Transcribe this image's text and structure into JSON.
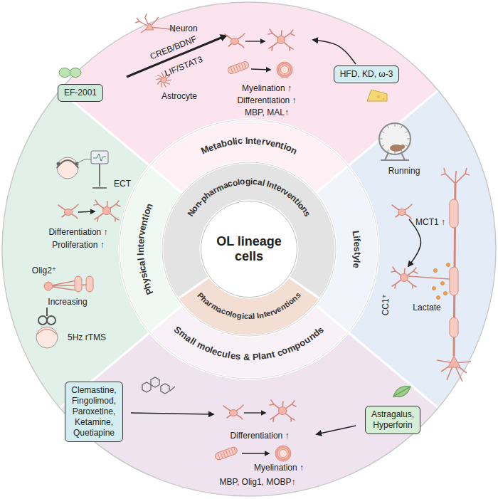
{
  "diagram": {
    "nodes": [
      {
        "text": [
          "OL lineage cells"
        ]
      },
      {
        "text": [
          "Non-pharmacological Interventions"
        ]
      },
      {
        "text": [
          "Pharmacological Interventions"
        ]
      },
      {
        "text": [
          "Metabolic Intervention"
        ]
      },
      {
        "text": [
          "Lifestyle"
        ]
      },
      {
        "text": [
          "Small molecules & Plant compounds"
        ]
      },
      {
        "text": [
          "Physical Intervention"
        ]
      },
      {
        "text": [
          "EF-2001"
        ]
      },
      {
        "text": [
          "HFD, KD, ω-3"
        ]
      },
      {
        "text": [
          "Clemastine, Fingolimod, Paroxetine, Ketamine, Quetiapine"
        ]
      },
      {
        "text": [
          "Astragalus, Hyperforin"
        ]
      }
    ],
    "labels": [
      "Neuron",
      "CREB/BDNF",
      "LIF/STAT3",
      "Astrocyte",
      "Myelination ↑",
      "Differentiation ↑",
      "MBP, MAL↑",
      "Running",
      "MCT1 ↑",
      "CC1⁺",
      "Lactate",
      "Differentiation ↑",
      "Myelination ↑",
      "MBP, Olig1, MOBP↑",
      "ECT",
      "Differentiation ↑",
      "Proliferation ↑",
      "Olig2⁺",
      "Increasing",
      "5Hz rTMS"
    ]
  }
}
